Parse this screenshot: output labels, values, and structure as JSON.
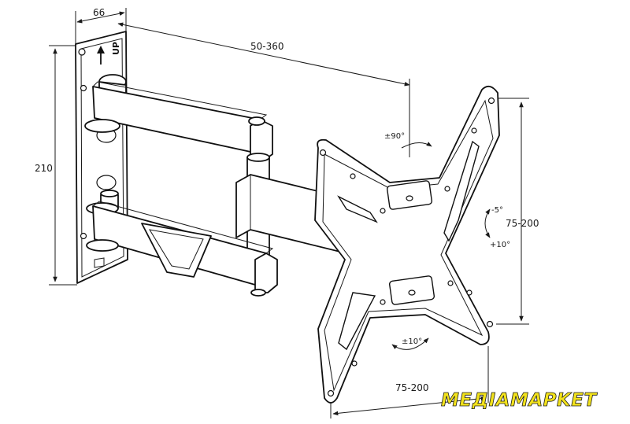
{
  "dimensions": {
    "plate_width": "66",
    "arm_extension": "50-360",
    "plate_height": "210",
    "vesa_vertical": "75-200",
    "vesa_horizontal": "75-200"
  },
  "rotation": {
    "swivel": "±90°",
    "tilt_down": "-5°",
    "tilt_up": "+10°",
    "level": "±10°"
  },
  "plate_label": "UP",
  "brand": "MEДIAMAPKET"
}
